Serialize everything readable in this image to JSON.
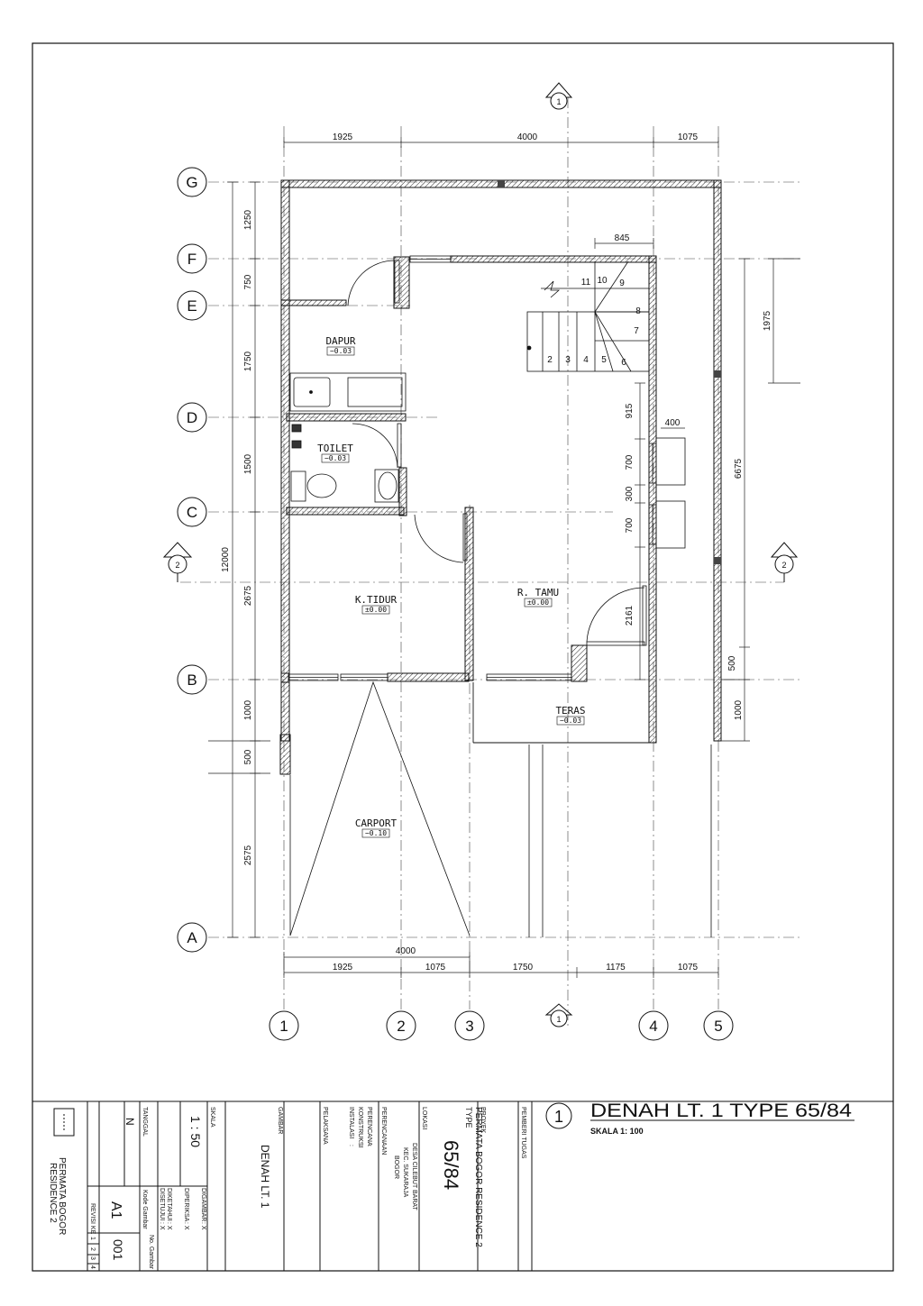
{
  "plan": {
    "grid_rows": [
      "G",
      "F",
      "E",
      "D",
      "C",
      "B",
      "A"
    ],
    "grid_cols": [
      "1",
      "2",
      "3",
      "4",
      "5"
    ],
    "section_marks": {
      "top": "1",
      "bottom": "1",
      "left": "2",
      "right": "2"
    },
    "dims_top": [
      "1925",
      "4000",
      "1075"
    ],
    "dims_bottom_total": "4000",
    "dims_bottom": [
      "1925",
      "1075",
      "1750",
      "1175",
      "1075"
    ],
    "dims_left": [
      "1250",
      "750",
      "1750",
      "1500",
      "2675",
      "1000",
      "500",
      "2575"
    ],
    "dim_left_total": "12000",
    "dims_right": [
      "1975",
      "6675",
      "500",
      "1000"
    ],
    "dims_inner": {
      "stair_width": "845",
      "w915": "915",
      "w400": "400",
      "w700a": "700",
      "w300": "300",
      "w700b": "700",
      "w2161": "2161"
    },
    "stair_steps": [
      "2",
      "3",
      "4",
      "5",
      "6",
      "7",
      "8",
      "9",
      "10",
      "11"
    ],
    "rooms": [
      {
        "name": "DAPUR",
        "level": "−0.03"
      },
      {
        "name": "TOILET",
        "level": "−0.03"
      },
      {
        "name": "K.TIDUR",
        "level": "±0.00"
      },
      {
        "name": "R. TAMU",
        "level": "±0.00"
      },
      {
        "name": "TERAS",
        "level": "−0.03"
      },
      {
        "name": "CARPORT",
        "level": "−0.10"
      }
    ]
  },
  "title_block": {
    "drawing_no_circle": "1",
    "drawing_title": "DENAH LT. 1 TYPE 65/84",
    "scale_text": "SKALA 1: 100",
    "pemberi_tugas": "PEMBERI TUGAS",
    "proyek_label": "PROYEK",
    "proyek_value": "PERMATA BOGOR RESIDENCE 2",
    "type_label": "TYPE",
    "type_value": "65/84",
    "lokasi_label": "LOKASI",
    "lokasi_lines": [
      "DESA CILEBUT BARAT",
      "KEC. SUKARAJA",
      "BOGOR"
    ],
    "perencanaan": "PERENCANAAN",
    "perencana": "PERENCANA",
    "konstruksi": "KONSTRUKSI",
    "instalasi": "INSTALASI",
    "pelaksana": "PELAKSANA",
    "colon": ":",
    "gambar_label": "GAMBAR",
    "gambar_value": "DENAH LT. 1",
    "skala_label": "SKALA",
    "skala_value": "1 : 50",
    "digambar": "DIGAMBAR",
    "diperiksa": "DIPERIKSA",
    "diketahui": "DIKETAHUI",
    "disetujui": "DISETUJUI",
    "x": ": X",
    "tanggal_label": "TANGGAL",
    "kode_label": "Kode Gambar",
    "kode_value": "A1",
    "no_label": "No. Gambar",
    "no_value": "001",
    "revisi_label": "REVISI KE",
    "revisi_nums": [
      "1",
      "2",
      "3",
      "4"
    ],
    "north": "N",
    "owner_line1": "PERMATA BOGOR",
    "owner_line2": "RESIDENCE 2"
  }
}
